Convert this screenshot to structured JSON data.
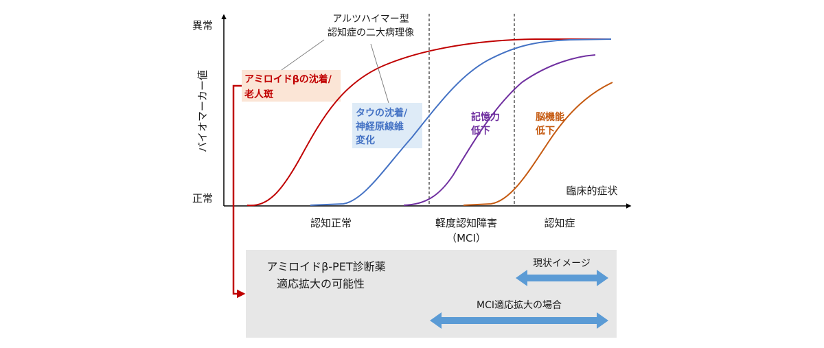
{
  "y_axis": {
    "top": "異常",
    "bottom": "正常",
    "title": "バイオマーカー値"
  },
  "x_axis": {
    "title": "臨床的症状",
    "stages": [
      {
        "label": "認知正常"
      },
      {
        "label": "軽度認知障害",
        "sub": "（MCI）"
      },
      {
        "label": "認知症"
      }
    ]
  },
  "callout": {
    "line1": "アルツハイマー型",
    "line2": "認知症の二大病理像"
  },
  "curves": {
    "amyloid": {
      "line1": "アミロイドβの沈着/",
      "line2": "老人斑",
      "color": "#c00000"
    },
    "tau": {
      "line1": "タウの沈着/",
      "line2": "神経原線維",
      "line3": "変化",
      "color": "#4472c4"
    },
    "memory": {
      "line1": "記憶力",
      "line2": "低下",
      "color": "#7030a0"
    },
    "brain": {
      "line1": "脳機能",
      "line2": "低下",
      "color": "#c55a11"
    }
  },
  "bottom_panel": {
    "line1": "アミロイドβ-PET診断薬",
    "line2": "適応拡大の可能性",
    "arrow_current": "現状イメージ",
    "arrow_expanded": "MCI適応拡大の場合",
    "arrow_color": "#5b9bd5"
  }
}
